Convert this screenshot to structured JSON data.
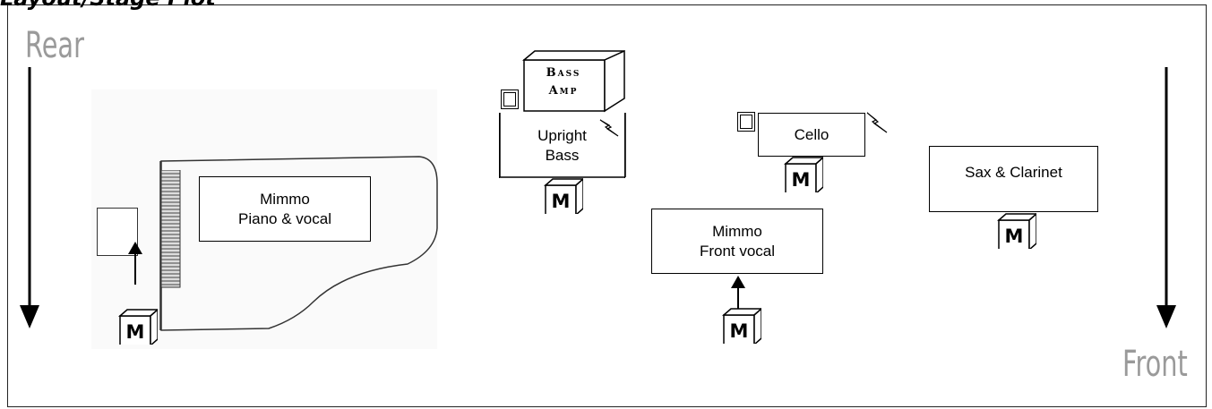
{
  "header": {
    "title": "Layout/Stage Plot"
  },
  "stage": {
    "rear_label": "Rear",
    "front_label": "Front",
    "mic_label": "M",
    "piano_label": [
      "Mimmo",
      "Piano & vocal"
    ],
    "bass_amp_label": [
      "Bass",
      "Amp"
    ],
    "upright_bass_label": [
      "Upright",
      "Bass"
    ],
    "cello_label": "Cello",
    "front_vocal_label": [
      "Mimmo",
      "Front vocal"
    ],
    "sax_label": "Sax & Clarinet"
  }
}
